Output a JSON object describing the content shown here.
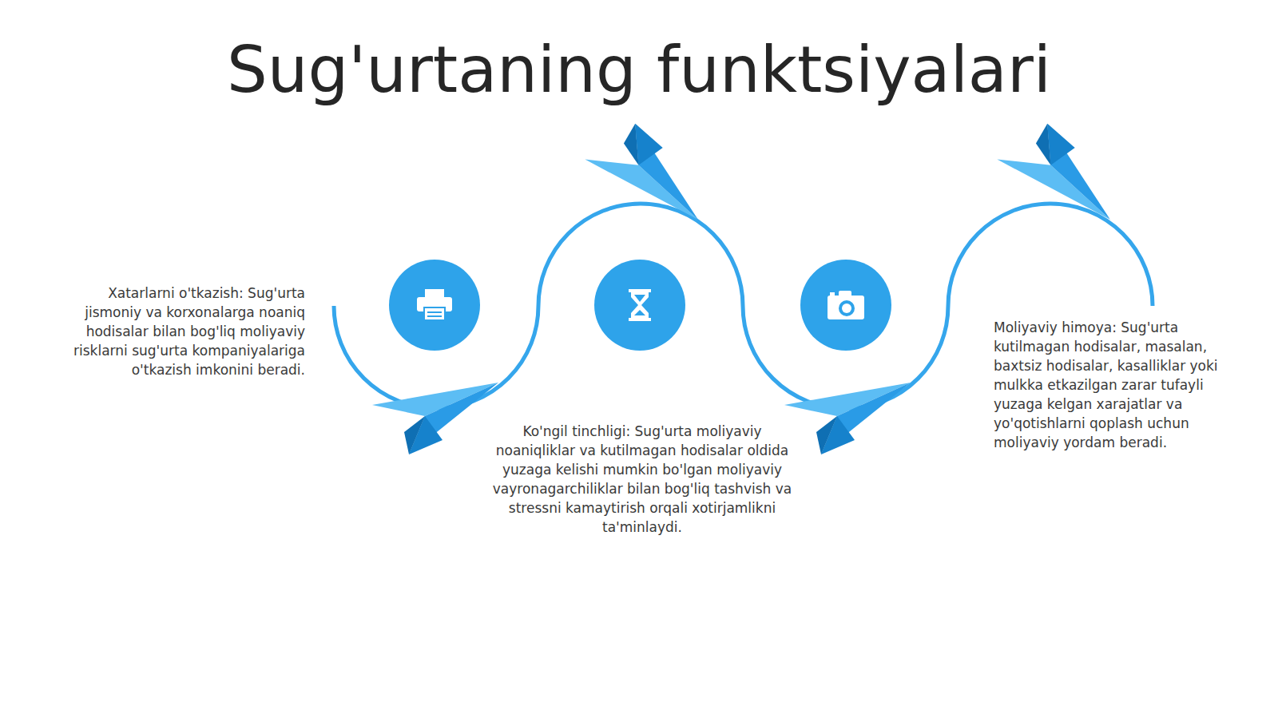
{
  "diagram": {
    "title": "Sug'urtaning funktsiyalari",
    "labels": [
      "Xatarlarni o'tkazish: Sug'urta jismoniy va korxonalarga noaniq hodisalar bilan bog'liq moliyaviy risklarni sug'urta kompaniyalariga o'tkazish imkonini beradi.",
      "Ko'ngil tinchligi: Sug'urta moliyaviy noaniqliklar va kutilmagan hodisalar oldida yuzaga kelishi mumkin bo'lgan moliyaviy vayronagarchiliklar bilan bog'liq tashvish va stressni kamaytirish orqali xotirjamlikni ta'minlaydi.",
      "Moliyaviy himoya: Sug'urta kutilmagan hodisalar, masalan, baxtsiz hodisalar, kasalliklar yoki mulkka etkazilgan zarar tufayli yuzaga kelgan xarajatlar va yo'qotishlarni qoplash uchun moliyaviy yordam beradi."
    ]
  }
}
